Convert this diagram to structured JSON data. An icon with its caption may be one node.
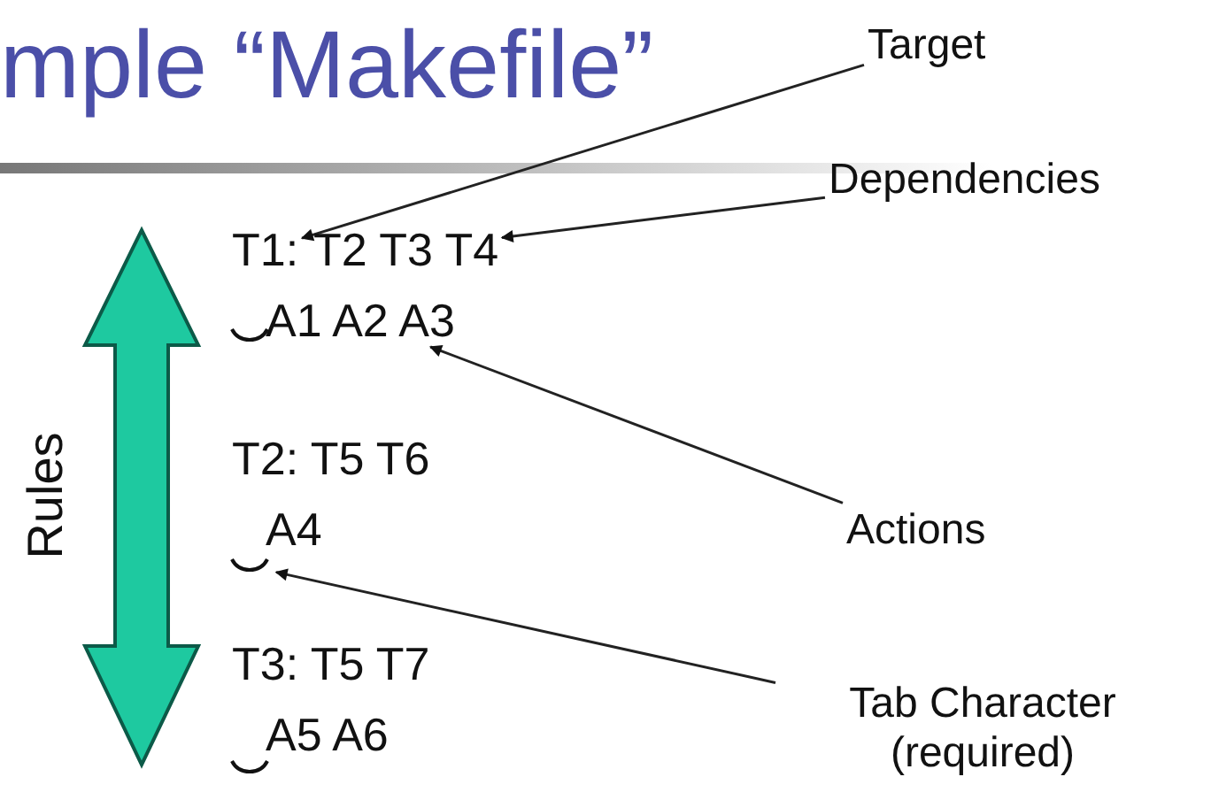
{
  "diagram": {
    "title": "mple “Makefile”",
    "nodes": [
      {
        "text": [
          "Target"
        ]
      },
      {
        "text": [
          "Dependencies"
        ]
      },
      {
        "text": [
          "Actions"
        ]
      },
      {
        "text": [
          "Tab Character (required)"
        ]
      },
      {
        "text": [
          "T1:"
        ]
      },
      {
        "text": [
          "T2 T3 T4"
        ]
      },
      {
        "text": [
          "A1 A2 A3"
        ]
      },
      {
        "text": [],
        "shape": "picture"
      }
    ],
    "edges": [
      {
        "from": 0,
        "to": 4,
        "arrow": "to"
      },
      {
        "from": 1,
        "to": 5,
        "arrow": "to"
      },
      {
        "from": 2,
        "to": 6,
        "arrow": "to"
      },
      {
        "from": 3,
        "to": 7,
        "arrow": "to"
      }
    ],
    "labels": [
      "Rules",
      "T2: T5 T6",
      "A4",
      "T3: T5 T7",
      "A5 A6"
    ]
  }
}
